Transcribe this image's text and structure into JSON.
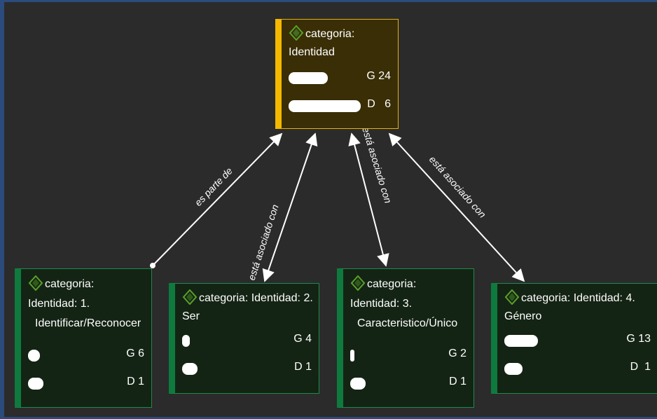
{
  "diagram": {
    "root": {
      "title": "categoria: Identidad",
      "stats": [
        {
          "label": "G 24",
          "value": 24
        },
        {
          "label": "D   6",
          "value": 6
        }
      ]
    },
    "children": [
      {
        "title_line1": "categoria: Identidad: 1.",
        "title_line2": "Identificar/Reconocer",
        "stats": [
          {
            "label": "G 6",
            "value": 6
          },
          {
            "label": "D 1",
            "value": 1
          }
        ]
      },
      {
        "title_line1": "categoria: Identidad: 2. Ser",
        "title_line2": "",
        "stats": [
          {
            "label": "G 4",
            "value": 4
          },
          {
            "label": "D 1",
            "value": 1
          }
        ]
      },
      {
        "title_line1": "categoria: Identidad: 3.",
        "title_line2": "Caracteristico/Único",
        "stats": [
          {
            "label": "G 2",
            "value": 2
          },
          {
            "label": "D 1",
            "value": 1
          }
        ]
      },
      {
        "title_line1": "categoria: Identidad: 4. Género",
        "title_line2": "",
        "stats": [
          {
            "label": "G 13",
            "value": 13
          },
          {
            "label": "D  1",
            "value": 1
          }
        ]
      }
    ],
    "edges": [
      {
        "label": "es parte de"
      },
      {
        "label": "está asociado con"
      },
      {
        "label": "está asociado con"
      },
      {
        "label": "está asociado con"
      }
    ]
  },
  "colors": {
    "background": "#2b2b2b",
    "frame": "#2a4b7c",
    "root_fill": "#3a2e06",
    "root_accent": "#f5b800",
    "child_fill": "#142414",
    "child_accent": "#0e7a3e",
    "diamond": "#5aa02c",
    "edge": "#ffffff"
  },
  "icons": {
    "category": "diamond-icon"
  }
}
